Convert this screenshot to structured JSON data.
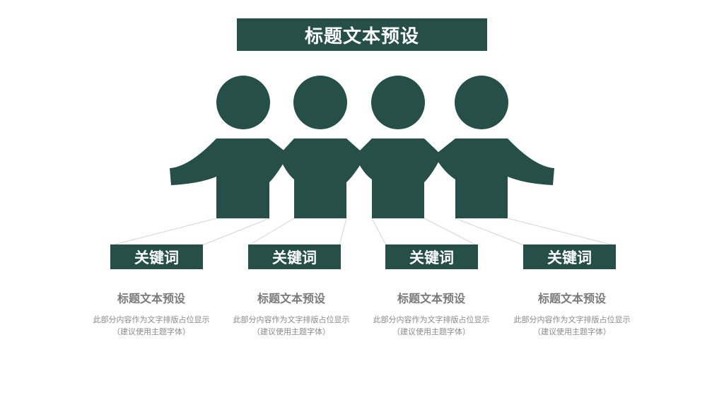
{
  "title": "标题文本预设",
  "colors": {
    "primary": "#254f47",
    "connector": "#cfcfcf",
    "text_gray": "#7a7a7a"
  },
  "columns": [
    {
      "keyword": "关键词",
      "heading": "标题文本预设",
      "desc_line1": "此部分内容作为文字排版占位显示",
      "desc_line2": "（建议使用主题字体）"
    },
    {
      "keyword": "关键词",
      "heading": "标题文本预设",
      "desc_line1": "此部分内容作为文字排版占位显示",
      "desc_line2": "（建议使用主题字体）"
    },
    {
      "keyword": "关键词",
      "heading": "标题文本预设",
      "desc_line1": "此部分内容作为文字排版占位显示",
      "desc_line2": "（建议使用主题字体）"
    },
    {
      "keyword": "关键词",
      "heading": "标题文本预设",
      "desc_line1": "此部分内容作为文字排版占位显示",
      "desc_line2": "（建议使用主题字体）"
    }
  ]
}
